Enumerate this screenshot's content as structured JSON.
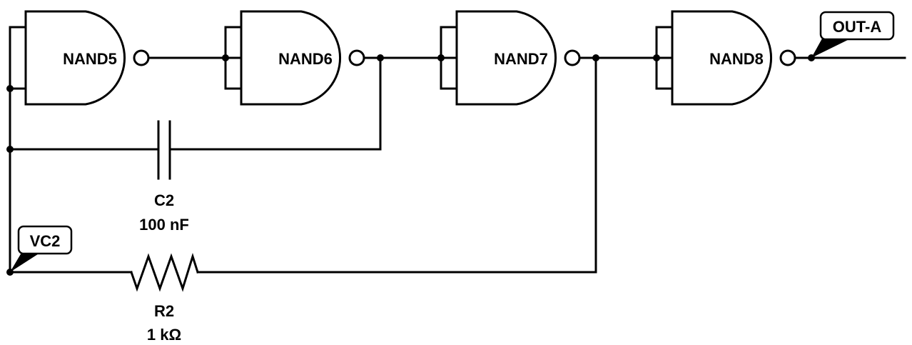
{
  "gates": [
    {
      "id": "nand5",
      "label": "NAND5",
      "type": "NAND"
    },
    {
      "id": "nand6",
      "label": "NAND6",
      "type": "NAND"
    },
    {
      "id": "nand7",
      "label": "NAND7",
      "type": "NAND"
    },
    {
      "id": "nand8",
      "label": "NAND8",
      "type": "NAND"
    }
  ],
  "capacitor": {
    "ref": "C2",
    "value": "100 nF"
  },
  "resistor": {
    "ref": "R2",
    "value": "1 kΩ"
  },
  "net_labels": {
    "vc2": "VC2",
    "out_a": "OUT-A"
  }
}
